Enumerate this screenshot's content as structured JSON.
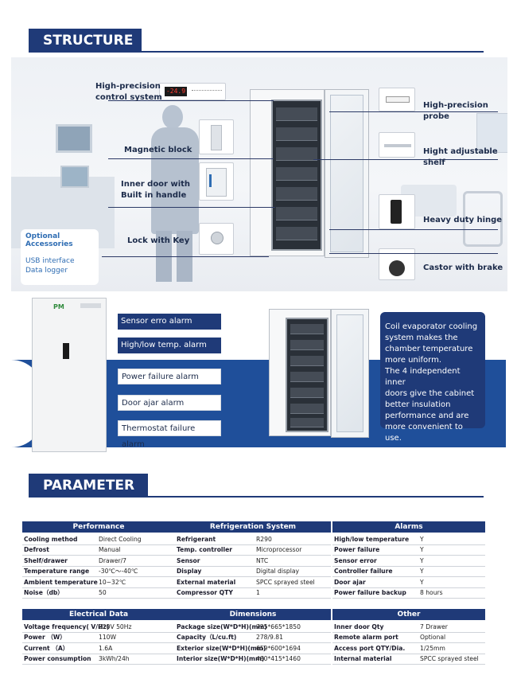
{
  "structure": {
    "title": "STRUCTURE",
    "labels": {
      "control": [
        "High-precision",
        "control system"
      ],
      "magnetic": "Magnetic block",
      "inner_door": [
        "Inner door with",
        "Built in handle"
      ],
      "lock": "Lock with Key",
      "probe": "High-precision probe",
      "shelf": "Hight adjustable shelf",
      "hinge": "Heavy duty hinge",
      "castor": "Castor with brake"
    },
    "display_value": "-24.9",
    "optional": {
      "title": "Optional Accessories",
      "items": [
        "USB interface",
        "Data logger"
      ]
    }
  },
  "alarms_panel": {
    "items": [
      {
        "text": "Sensor erro alarm",
        "style": "dark"
      },
      {
        "text": "High/low temp. alarm",
        "style": "dark"
      },
      {
        "text": "Power failure alarm",
        "style": "light"
      },
      {
        "text": "Door ajar alarm",
        "style": "light"
      },
      {
        "text": "Thermostat failure alarm",
        "style": "light"
      }
    ],
    "logo": "PM",
    "coil_text": [
      "Coil evaporator cooling",
      "system makes the",
      "chamber temperature",
      "more uniform.",
      "The 4 independent inner",
      "doors give the cabinet",
      "better insulation",
      "performance and are",
      "more convenient to use."
    ]
  },
  "parameter": {
    "title": "PARAMETER",
    "tables": [
      {
        "header": "Performance",
        "rows": [
          [
            "Cooling method",
            "Direct Cooling"
          ],
          [
            "Defrost",
            "Manual"
          ],
          [
            "Shelf/drawer",
            "Drawer/7"
          ],
          [
            "Temperature range",
            "-30℃～-40℃"
          ],
          [
            "Ambient temperature",
            "10~32℃"
          ],
          [
            "Noise（db）",
            "50"
          ]
        ]
      },
      {
        "header": "Refrigeration System",
        "rows": [
          [
            "Refrigerant",
            "R290"
          ],
          [
            "Temp. controller",
            "Microprocessor"
          ],
          [
            "Sensor",
            "NTC"
          ],
          [
            "Display",
            "Digital display"
          ],
          [
            "External material",
            "SPCC sprayed steel"
          ],
          [
            "Compressor QTY",
            "1"
          ]
        ]
      },
      {
        "header": "Alarms",
        "rows": [
          [
            "High/low temperature",
            "Y"
          ],
          [
            "Power failure",
            "Y"
          ],
          [
            "Sensor error",
            "Y"
          ],
          [
            "Controller  failure",
            "Y"
          ],
          [
            "Door ajar",
            "Y"
          ],
          [
            "Power failure backup",
            "8 hours"
          ]
        ]
      },
      {
        "header": "Electrical Data",
        "rows": [
          [
            "Voltage frequency( V/Hz)",
            "220V 50Hz"
          ],
          [
            "Power （W）",
            "110W"
          ],
          [
            "Current （A）",
            "1.6A"
          ],
          [
            "Power consumption",
            "3kWh/24h"
          ]
        ]
      },
      {
        "header": "Dimensions",
        "rows": [
          [
            "Package size(W*D*H)(mm)",
            "725*665*1850"
          ],
          [
            "Capacity（L/cu.ft)",
            "278/9.81"
          ],
          [
            "Exterior size(W*D*H)(mm)",
            "659*600*1694"
          ],
          [
            "Interior size(W*D*H)(mm)",
            "480*415*1460"
          ]
        ]
      },
      {
        "header": "Other",
        "rows": [
          [
            "Inner door Qty",
            "7 Drawer"
          ],
          [
            "Remote alarm port",
            "Optional"
          ],
          [
            "Access port QTY/Dia.",
            "1/25mm"
          ],
          [
            "Internal material",
            "SPCC sprayed steel"
          ]
        ]
      }
    ]
  },
  "colors": {
    "navy": "#1f3a78",
    "band_blue": "#1f4f9a",
    "accent_text": "#2f6db3"
  }
}
